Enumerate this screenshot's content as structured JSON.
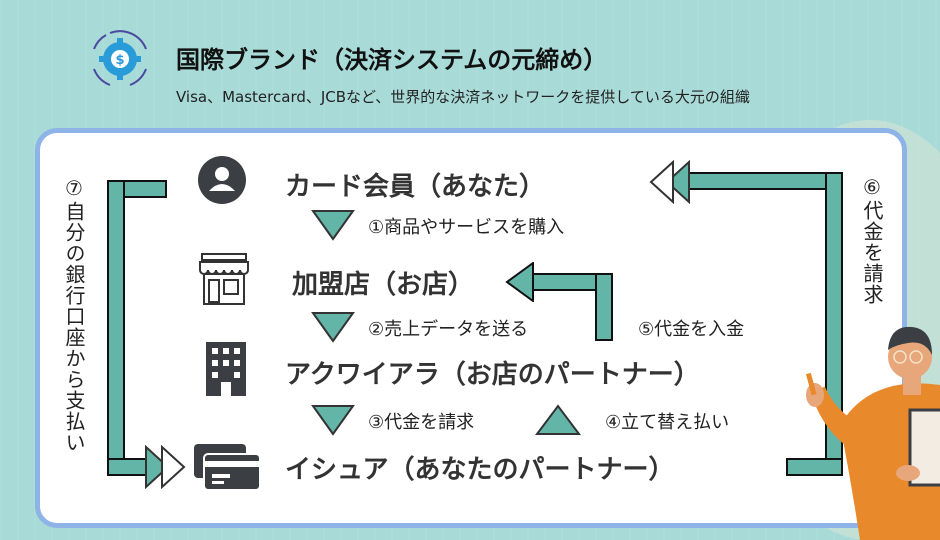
{
  "header": {
    "title": "国際ブランド（決済システムの元締め）",
    "subtitle": "Visa、Mastercard、JCBなど、世界的な決済ネットワークを提供している大元の組織"
  },
  "nodes": [
    {
      "label": "カード会員（あなた）",
      "icon": "user-icon"
    },
    {
      "label": "加盟店（お店）",
      "icon": "store-icon"
    },
    {
      "label": "アクワイアラ（お店のパートナー）",
      "icon": "building-icon"
    },
    {
      "label": "イシュア（あなたのパートナー）",
      "icon": "credit-card-icon"
    }
  ],
  "steps": {
    "s1": "①商品やサービスを購入",
    "s2": "②売上データを送る",
    "s3": "③代金を請求",
    "s4": "④立て替え払い",
    "s5": "⑤代金を入金",
    "s6": "⑥代金を請求",
    "s7": "⑦自分の銀行口座から支払い"
  },
  "colors": {
    "accent": "#63b5a8",
    "background": "#a8dbd8",
    "panel_border": "#8db3e7"
  }
}
